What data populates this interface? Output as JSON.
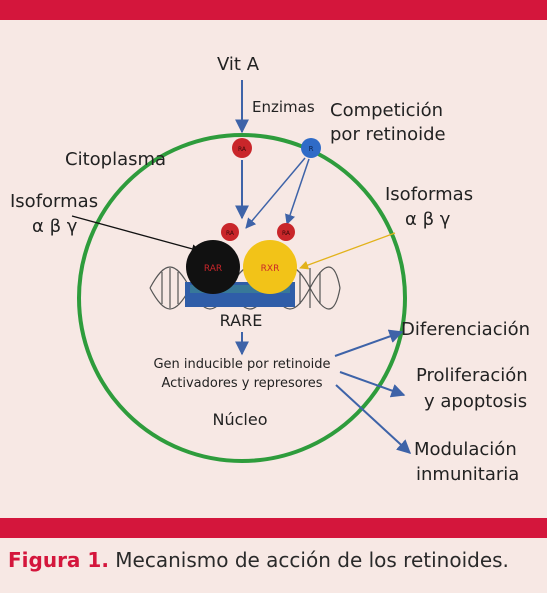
{
  "colors": {
    "band": "#d4163c",
    "background": "#f7e8e4",
    "nucleus_outline": "#2e9c3c",
    "arrow": "#3e63a8",
    "rar": "#111111",
    "rxr": "#f2c318",
    "ra_ball": "#c9262a",
    "r_ball": "#2f6bc7",
    "dna_box": "#2f5da8",
    "caption_label": "#d4163c"
  },
  "diagram": {
    "vit_a": "Vit A",
    "enzimas": "Enzimas",
    "competicion_line1": "Competición",
    "competicion_line2": "por retinoide",
    "citoplasma": "Citoplasma",
    "isoformas_left_line1": "Isoformas",
    "isoformas_left_line2": "α β γ",
    "isoformas_right_line1": "Isoformas",
    "isoformas_right_line2": "α β γ",
    "ra_label": "RA",
    "r_label": "R",
    "rar_label": "RAR",
    "rxr_label": "RXR",
    "rare": "RARE",
    "gen_line1": "Gen inducible por retinoide",
    "gen_line2": "Activadores y represores",
    "nucleo": "Núcleo",
    "diferenciacion": "Diferenciación",
    "proliferacion_line1": "Proliferación",
    "proliferacion_line2": "y apoptosis",
    "modulacion_line1": "Modulación",
    "modulacion_line2": "inmunitaria"
  },
  "caption": {
    "label": "Figura 1",
    "separator": ".",
    "text": " Mecanismo de acción de los retinoides."
  }
}
